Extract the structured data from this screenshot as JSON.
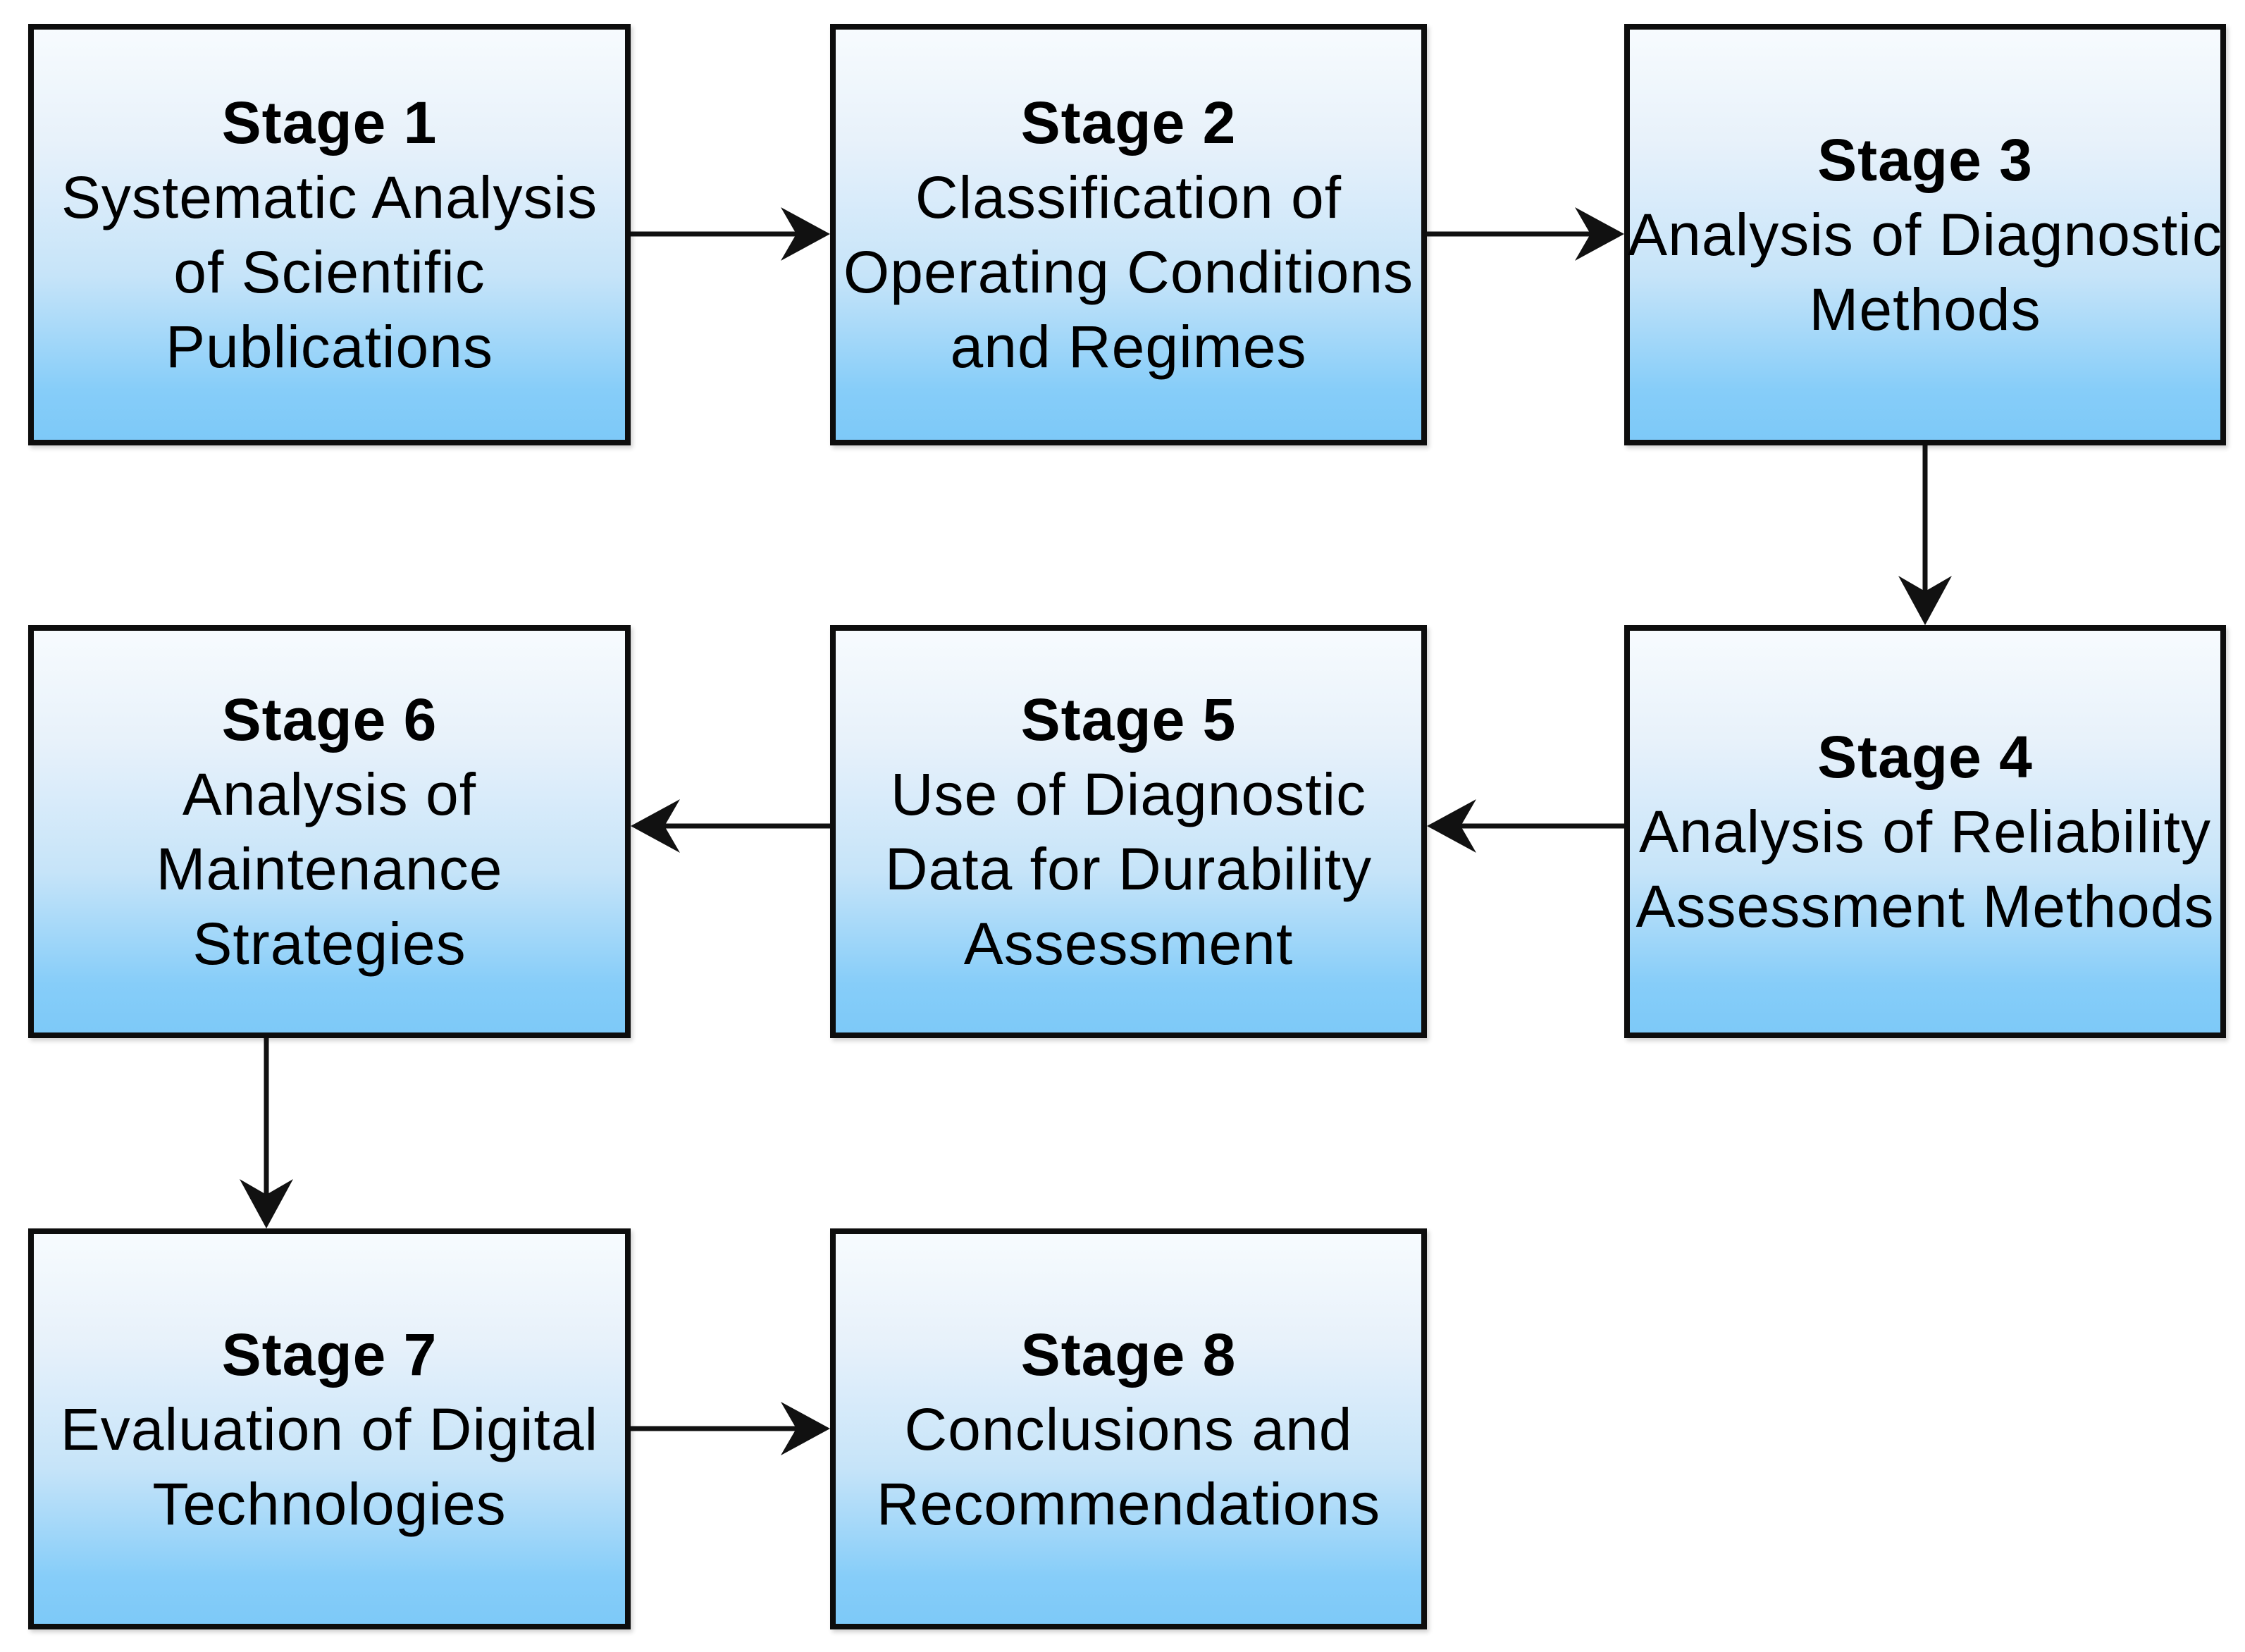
{
  "figure": {
    "type": "flowchart",
    "background_color": "#ffffff",
    "box_border_color": "#0d0d0d",
    "box_fill_top": "#f7fbfe",
    "box_fill_bottom": "#7dc9f8",
    "connector_color": "#111111",
    "text_color": "#000000"
  },
  "stages": [
    {
      "id": "stage-1",
      "title": "Stage 1",
      "description": "Systematic Analysis\nof Scientific\nPublications"
    },
    {
      "id": "stage-2",
      "title": "Stage 2",
      "description": "Classification of\nOperating Conditions\nand Regimes"
    },
    {
      "id": "stage-3",
      "title": "Stage 3",
      "description": "Analysis of Diagnostic\nMethods"
    },
    {
      "id": "stage-4",
      "title": "Stage 4",
      "description": "Analysis of Reliability\nAssessment Methods"
    },
    {
      "id": "stage-5",
      "title": "Stage 5",
      "description": "Use of Diagnostic\nData for Durability\nAssessment"
    },
    {
      "id": "stage-6",
      "title": "Stage 6",
      "description": "Analysis of\nMaintenance\nStrategies"
    },
    {
      "id": "stage-7",
      "title": "Stage 7",
      "description": "Evaluation of Digital\nTechnologies"
    },
    {
      "id": "stage-8",
      "title": "Stage 8",
      "description": "Conclusions and\nRecommendations"
    }
  ],
  "flow": [
    {
      "from": "Stage 1",
      "to": "Stage 2",
      "direction": "right"
    },
    {
      "from": "Stage 2",
      "to": "Stage 3",
      "direction": "right"
    },
    {
      "from": "Stage 3",
      "to": "Stage 4",
      "direction": "down"
    },
    {
      "from": "Stage 4",
      "to": "Stage 5",
      "direction": "left"
    },
    {
      "from": "Stage 5",
      "to": "Stage 6",
      "direction": "left"
    },
    {
      "from": "Stage 6",
      "to": "Stage 7",
      "direction": "down"
    },
    {
      "from": "Stage 7",
      "to": "Stage 8",
      "direction": "right"
    }
  ]
}
